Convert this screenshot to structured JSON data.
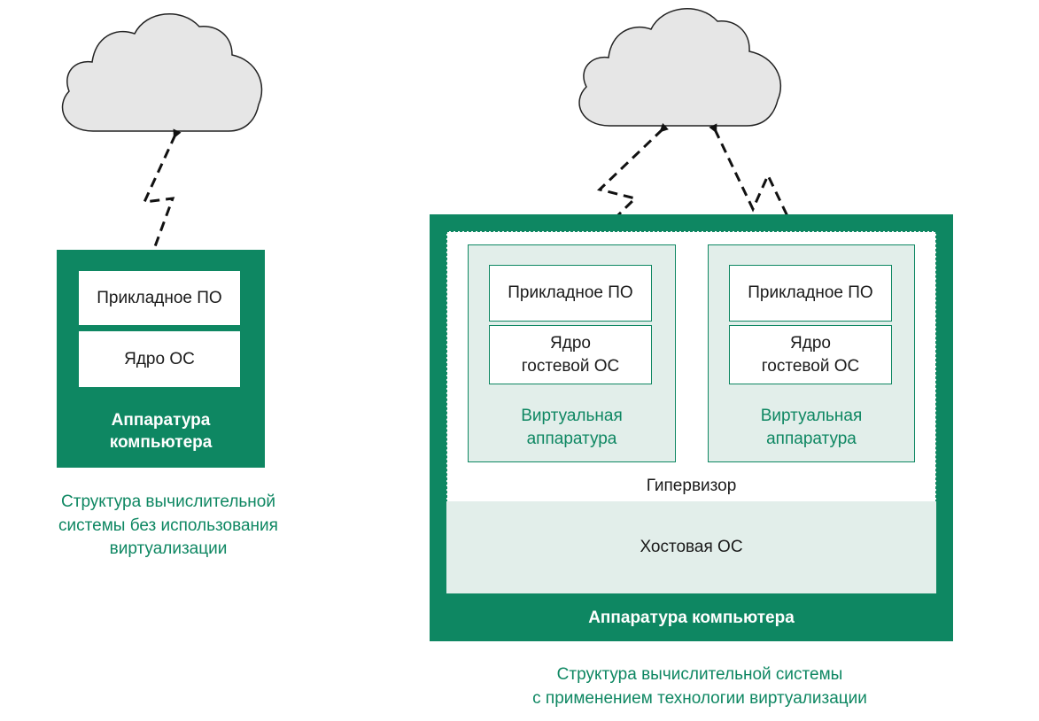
{
  "left_system": {
    "app_label": "Прикладное ПО",
    "kernel_label": "Ядро ОС",
    "hardware_label": "Аппаратура\nкомпьютера",
    "caption": "Структура вычислительной\nсистемы без использования\nвиртуализации"
  },
  "right_system": {
    "vm1": {
      "app_label": "Прикладное ПО",
      "kernel_label": "Ядро\nгостевой ОС",
      "virtual_hw_label": "Виртуальная\nаппаратура"
    },
    "vm2": {
      "app_label": "Прикладное ПО",
      "kernel_label": "Ядро\nгостевой ОС",
      "virtual_hw_label": "Виртуальная\nаппаратура"
    },
    "hypervisor_label": "Гипервизор",
    "host_os_label": "Хостовая ОС",
    "hardware_label": "Аппаратура компьютера",
    "caption": "Структура вычислительной системы\nс применением технологии виртуализации"
  },
  "colors": {
    "primary_green": "#0e8762",
    "light_green": "#e2eeea",
    "cloud_fill": "#e6e6e6",
    "cloud_stroke": "#222222"
  },
  "icons": {
    "cloud": "cloud-icon",
    "connection": "lightning-dashed-arrow-icon"
  }
}
